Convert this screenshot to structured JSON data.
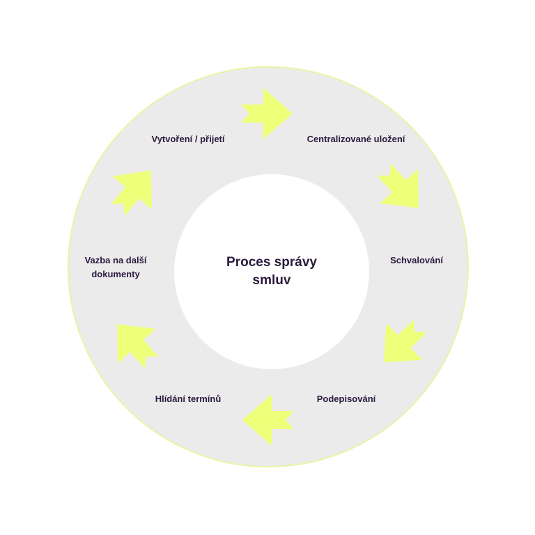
{
  "title": "Proces správy smluv",
  "steps": [
    {
      "label": "Vytvoření / přijetí"
    },
    {
      "label": "Centralizované uložení"
    },
    {
      "label": "Schvalování"
    },
    {
      "label": "Podepisování"
    },
    {
      "label": "Hlídání termínů"
    },
    {
      "label": "Vazba na další dokumenty"
    }
  ],
  "arrow_icons": [
    "arrow-right-icon",
    "arrow-down-right-icon",
    "arrow-down-left-icon",
    "arrow-left-icon",
    "arrow-up-left-icon",
    "arrow-up-right-icon"
  ],
  "colors": {
    "ring_fill": "#ebebeb",
    "ring_outline": "#e4f6a6",
    "center_fill": "#ffffff",
    "arrow_fill": "#eeff7a",
    "text": "#2a1a3d"
  }
}
